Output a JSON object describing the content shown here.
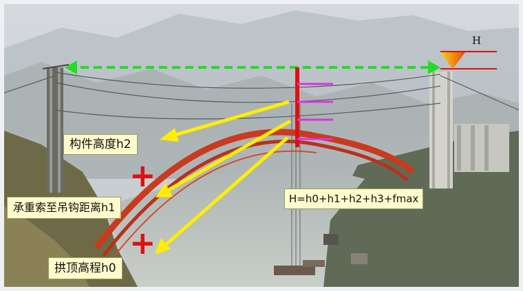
{
  "labels": {
    "h2": "构件高度h2",
    "h1": "承重索至吊钩距离h1",
    "h0": "拱顶高程h0",
    "formula": "H=h0+h1+h2+h3+fmax",
    "H": "H"
  },
  "plus_sign": "+",
  "colors": {
    "arrow_yellow": "#ffee00",
    "dashed_green": "#22dd22",
    "pole_red": "#e01010",
    "ticks_magenta": "#e030e0",
    "arch_red": "#c93a1e",
    "box_fill": "#fffbcc"
  },
  "icons": {
    "level_marker": "orange-triangle-elevation-icon"
  }
}
